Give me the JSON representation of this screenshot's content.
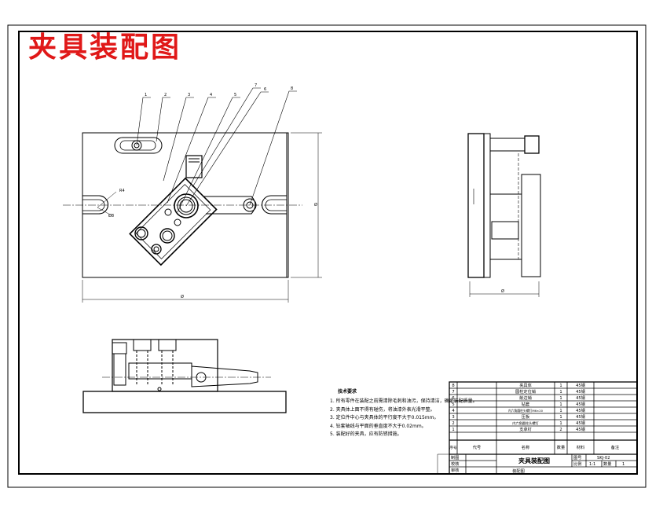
{
  "title": "夹具装配图",
  "tech_notes": {
    "heading": "技术要求",
    "items": [
      "1. 所有零件在装配之前需清除毛刺和油污，保持清洁，确定装配质量。",
      "2. 夹具体上面不得有碰伤，将油漆外表光滑平整。",
      "3. 定位件中心与夹具体的平行度不大于0.015mm。",
      "4. 钻套轴线与平面的垂直度不大于0.02mm。",
      "5. 装配好的夹具，应有防锈措施。"
    ]
  },
  "dimensions": {
    "width_main": "Ø",
    "height_main": "Ø",
    "side_width": "Ø",
    "radius": "R4",
    "hole": "Ø8"
  },
  "balloons": [
    "1",
    "2",
    "3",
    "4",
    "5",
    "6",
    "7",
    "8"
  ],
  "bom": {
    "rows": [
      {
        "no": "8",
        "name": "夹具体",
        "qty": "1",
        "mat": "45钢"
      },
      {
        "no": "7",
        "name": "圆柱定位销",
        "qty": "1",
        "mat": "45钢"
      },
      {
        "no": "6",
        "name": "削边销",
        "qty": "1",
        "mat": "45钢"
      },
      {
        "no": "5",
        "name": "钻套",
        "qty": "1",
        "mat": "45钢"
      },
      {
        "no": "4",
        "name": "内六角圆柱头螺钉M6×20",
        "qty": "1",
        "mat": "45钢"
      },
      {
        "no": "3",
        "name": "压板",
        "qty": "1",
        "mat": "45钢"
      },
      {
        "no": "2",
        "name": "内六角圆柱头螺钉",
        "qty": "1",
        "mat": "45钢"
      },
      {
        "no": "1",
        "name": "支承钉",
        "qty": "2",
        "mat": "45钢"
      }
    ],
    "header": {
      "no": "序号",
      "code": "代号",
      "name": "名称",
      "qty": "数量",
      "mat": "材料",
      "note": "备注"
    }
  },
  "title_block": {
    "drawing_name": "夹具装配图",
    "drawing_no_label": "图号",
    "drawing_no": "SKJ-02",
    "scale_label": "比例",
    "scale": "1:1",
    "qty_label": "数量",
    "qty": "1",
    "design_label": "制图",
    "check_label": "校核",
    "approve_label": "审核",
    "school": "装配图"
  }
}
